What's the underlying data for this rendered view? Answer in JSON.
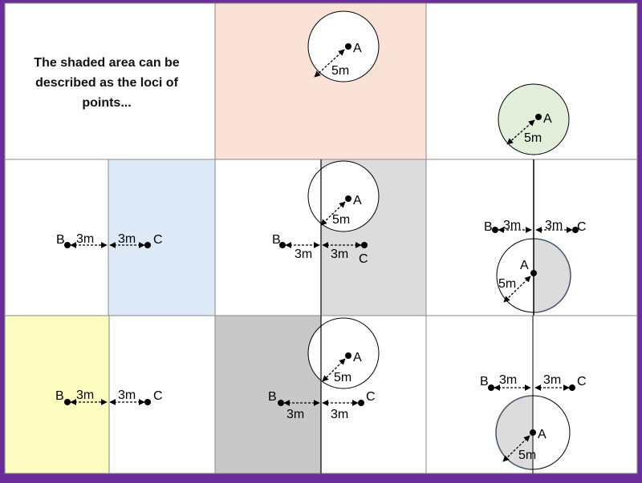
{
  "intro_text": "The shaded area can be described as the loci of points...",
  "labels": {
    "point_a": "A",
    "point_b": "B",
    "point_c": "C",
    "radius": "5m",
    "distance": "3m"
  },
  "colors": {
    "frame": "#6a2e9a",
    "peach_shade": "#fae2d6",
    "green_shade": "#e3efdb",
    "blue_shade": "#dde9f6",
    "yellow_shade": "#fefdc1",
    "gray_shade": "#dcdcdc",
    "dark_gray_shade": "#c8c8c8"
  }
}
